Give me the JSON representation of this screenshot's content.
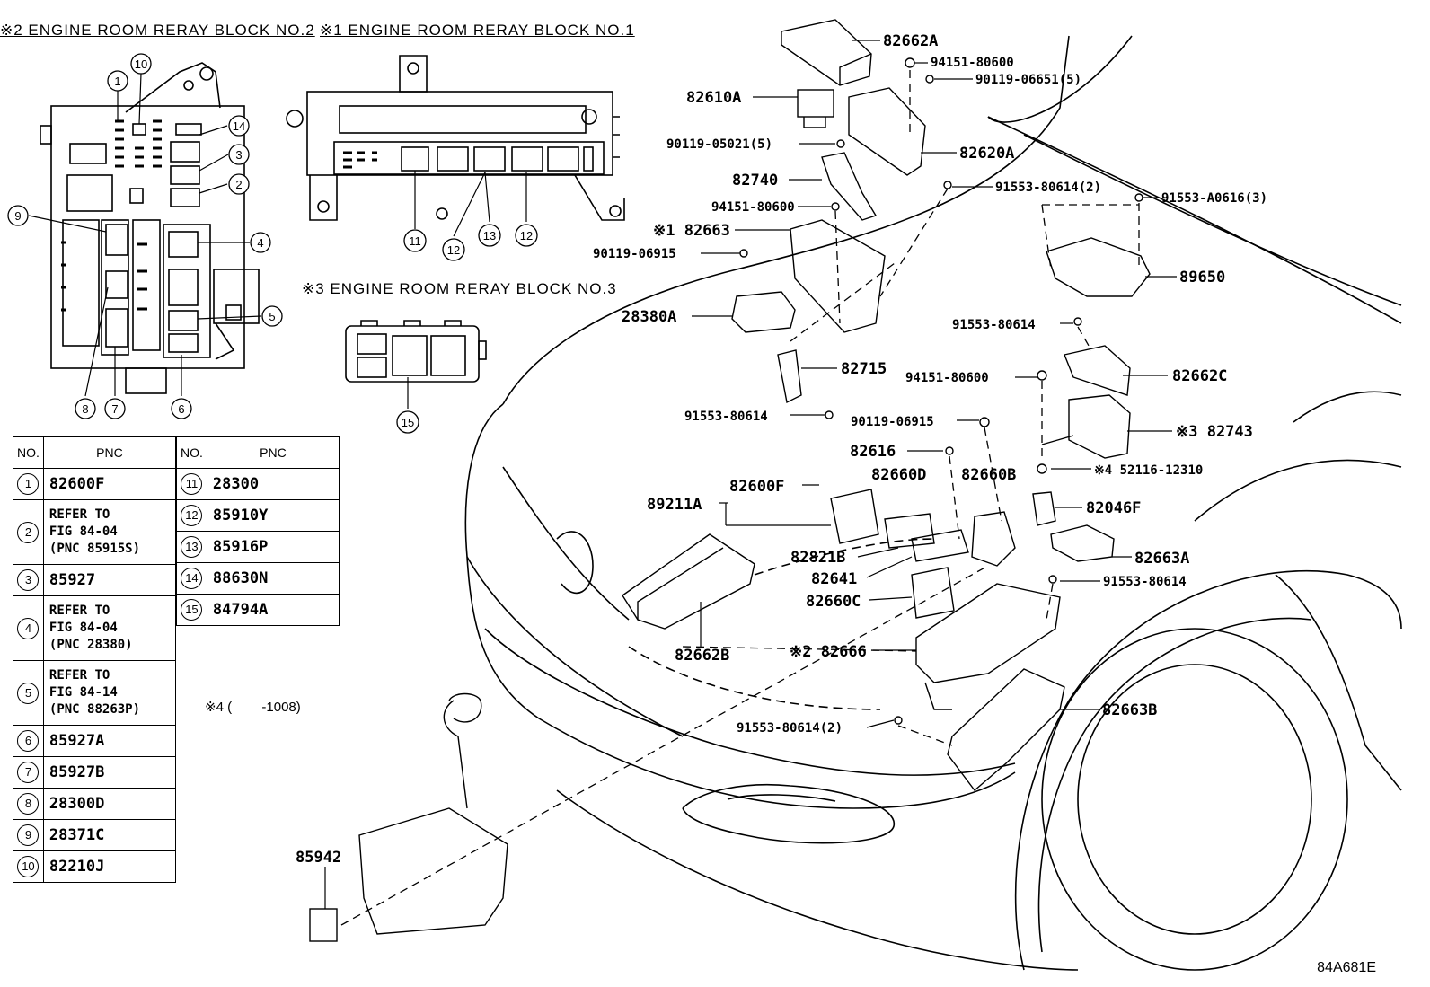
{
  "headers": {
    "block2": "※2 ENGINE ROOM RERAY BLOCK NO.2",
    "block1": "※1 ENGINE ROOM RERAY BLOCK NO.1",
    "block3": "※3 ENGINE ROOM RERAY BLOCK NO.3"
  },
  "block2_callouts": [
    "1",
    "10",
    "14",
    "3",
    "2",
    "9",
    "4",
    "5",
    "8",
    "7",
    "6"
  ],
  "block1_callouts": [
    "11",
    "12",
    "13",
    "12"
  ],
  "block3_callouts": [
    "15"
  ],
  "table": {
    "col_no": "NO.",
    "col_pnc": "PNC",
    "left_rows": [
      {
        "no": "1",
        "pnc": "82600F"
      },
      {
        "no": "2",
        "pnc": "REFER TO\nFIG 84-04\n(PNC 85915S)"
      },
      {
        "no": "3",
        "pnc": "85927"
      },
      {
        "no": "4",
        "pnc": "REFER TO\nFIG 84-04\n(PNC 28380)"
      },
      {
        "no": "5",
        "pnc": "REFER TO\nFIG 84-14\n(PNC 88263P)"
      },
      {
        "no": "6",
        "pnc": "85927A"
      },
      {
        "no": "7",
        "pnc": "85927B"
      },
      {
        "no": "8",
        "pnc": "28300D"
      },
      {
        "no": "9",
        "pnc": "28371C"
      },
      {
        "no": "10",
        "pnc": "82210J"
      }
    ],
    "right_rows": [
      {
        "no": "11",
        "pnc": "28300"
      },
      {
        "no": "12",
        "pnc": "85910Y"
      },
      {
        "no": "13",
        "pnc": "85916P"
      },
      {
        "no": "14",
        "pnc": "88630N"
      },
      {
        "no": "15",
        "pnc": "84794A"
      }
    ]
  },
  "note4": "※4 (        -1008)",
  "parts": {
    "p82662A": "82662A",
    "p94151_top": "94151-80600",
    "p90119_06651": "90119-06651(5)",
    "p82610A": "82610A",
    "p90119_05021": "90119-05021(5)",
    "p82620A": "82620A",
    "p82740": "82740",
    "p91553_80614_2a": "91553-80614(2)",
    "p91553_A0616": "91553-A0616(3)",
    "p94151_mid": "94151-80600",
    "p82663": "※1 82663",
    "p90119_06915a": "90119-06915",
    "p89650": "89650",
    "p28380A": "28380A",
    "p91553_80614_b": "91553-80614",
    "p82715": "82715",
    "p94151_low": "94151-80600",
    "p82662C": "82662C",
    "p91553_80614_c": "91553-80614",
    "p90119_06915b": "90119-06915",
    "p82743": "※3 82743",
    "p82616": "82616",
    "p82660D": "82660D",
    "p82660B": "82660B",
    "p52116": "※4 52116-12310",
    "p89211A": "89211A",
    "p82600F": "82600F",
    "p82046F": "82046F",
    "p82821B": "82821B",
    "p82663A": "82663A",
    "p82641": "82641",
    "p91553_80614_d": "91553-80614",
    "p82660C": "82660C",
    "p82662B": "82662B",
    "p82666": "※2 82666",
    "p91553_80614_2b": "91553-80614(2)",
    "p82663B": "82663B",
    "p85942": "85942"
  },
  "figure_code": "84A681E"
}
